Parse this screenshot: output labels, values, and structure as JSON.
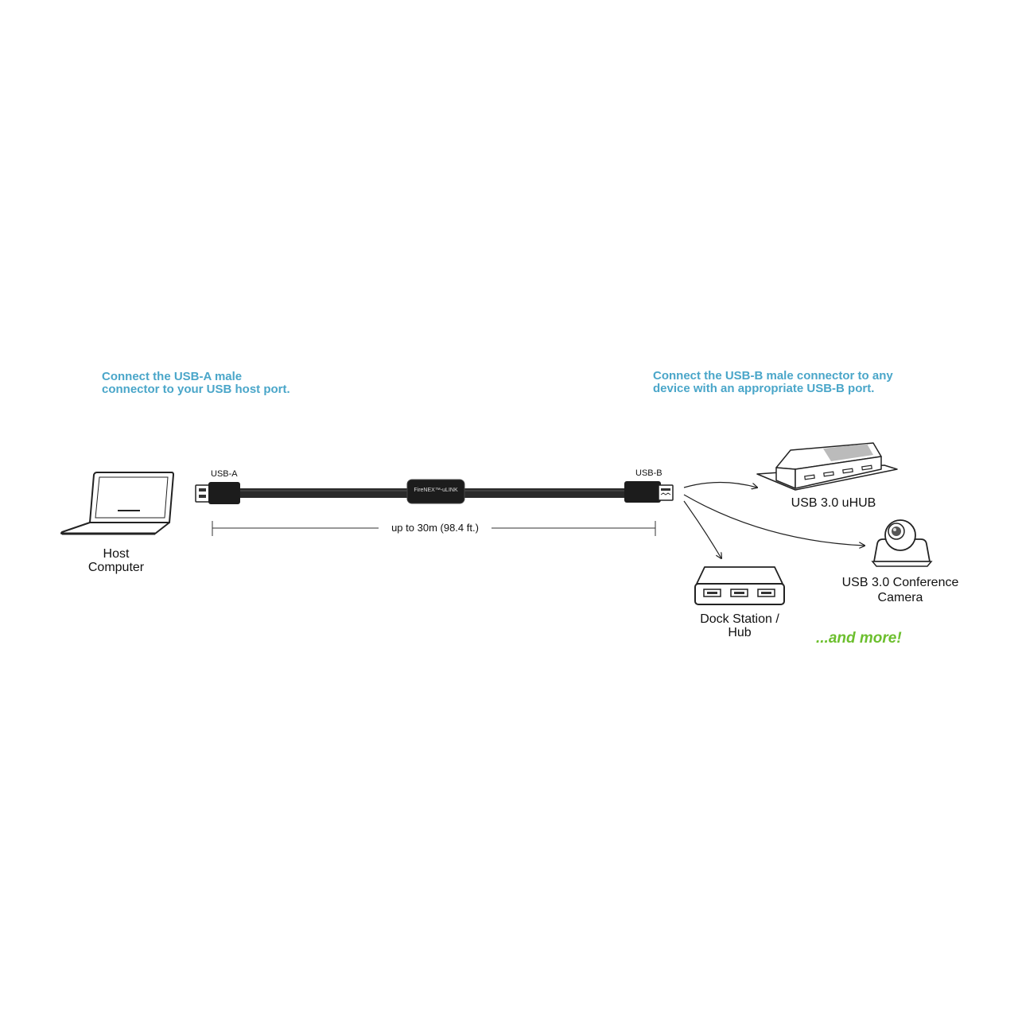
{
  "notes": {
    "left": [
      "Connect the USB-A male",
      "connector to your USB host port."
    ],
    "right": [
      "Connect the USB-B male connector to any",
      "device with an appropriate USB-B port."
    ]
  },
  "connectors": {
    "a_label": "USB-A",
    "b_label": "USB-B",
    "module_label": "FireNEX™-uLINK"
  },
  "length_label": "up to 30m (98.4 ft.)",
  "devices": {
    "host": [
      "Host",
      "Computer"
    ],
    "uhub": "USB 3.0 uHUB",
    "camera": [
      "USB 3.0 Conference",
      "Camera"
    ],
    "dock": [
      "Dock Station /",
      "Hub"
    ]
  },
  "more_label": "...and more!",
  "colors": {
    "note_blue": "#4aa6c9",
    "more_green": "#6cbf2e",
    "cable": "#2a2a2a",
    "outline": "#222222"
  }
}
